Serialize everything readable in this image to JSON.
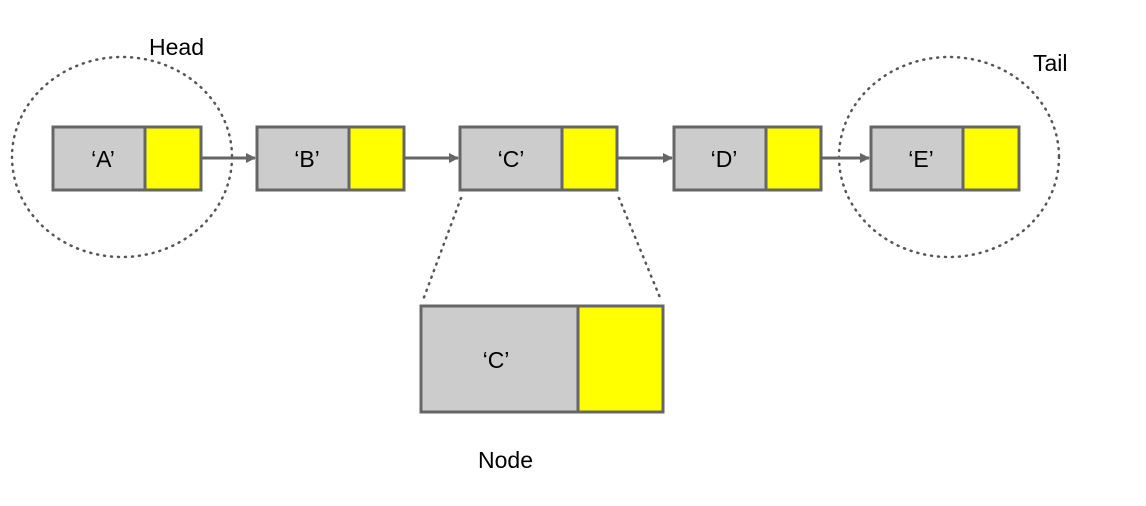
{
  "labels": {
    "head": "Head",
    "tail": "Tail",
    "node": "Node"
  },
  "nodes": [
    {
      "value": "‘A’"
    },
    {
      "value": "‘B’"
    },
    {
      "value": "‘C’"
    },
    {
      "value": "‘D’"
    },
    {
      "value": "‘E’"
    }
  ],
  "zoomed_node": {
    "value": "‘C’"
  },
  "colors": {
    "data_cell": "#cccccc",
    "pointer_cell": "#ffff00",
    "border": "#666666",
    "arrow": "#666666",
    "dotted_outline": "#555555"
  }
}
